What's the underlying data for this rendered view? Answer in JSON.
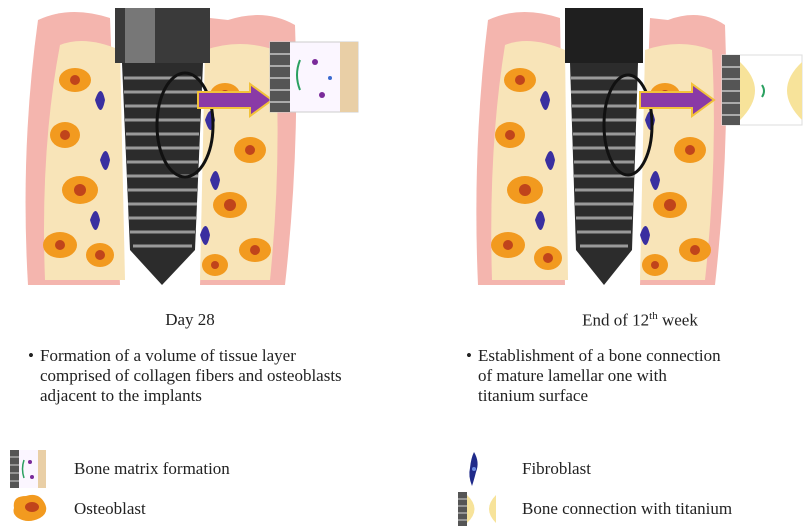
{
  "left": {
    "caption": "Day 28",
    "bullet_lines": [
      "Formation of a volume of tissue layer",
      "comprised of collagen fibers and osteoblasts",
      "adjacent to the implants"
    ]
  },
  "right": {
    "caption_prefix": "End of 12",
    "caption_sup": "th",
    "caption_suffix": " week",
    "bullet_lines": [
      "Establishment of a bone connection",
      "of mature lamellar one with",
      "titanium surface"
    ]
  },
  "legend": {
    "bone_matrix": "Bone matrix formation",
    "osteoblast": "Osteoblast",
    "fibroblast": "Fibroblast",
    "bone_connection": "Bone connection with titanium"
  },
  "bullet_char": "•",
  "colors": {
    "gum": "#f4a9a9",
    "gum_light": "#f9d2c9",
    "bone_fill": "#f8e4b8",
    "osteoblast": "#f29a1f",
    "osteoblast_core": "#c0441b",
    "fibroblast": "#3a2fa0",
    "implant_dark": "#2a2a2a",
    "implant_mid": "#8a8a8a",
    "arrow": "#8a3aa6",
    "arrow_head": "#f2c23a"
  }
}
